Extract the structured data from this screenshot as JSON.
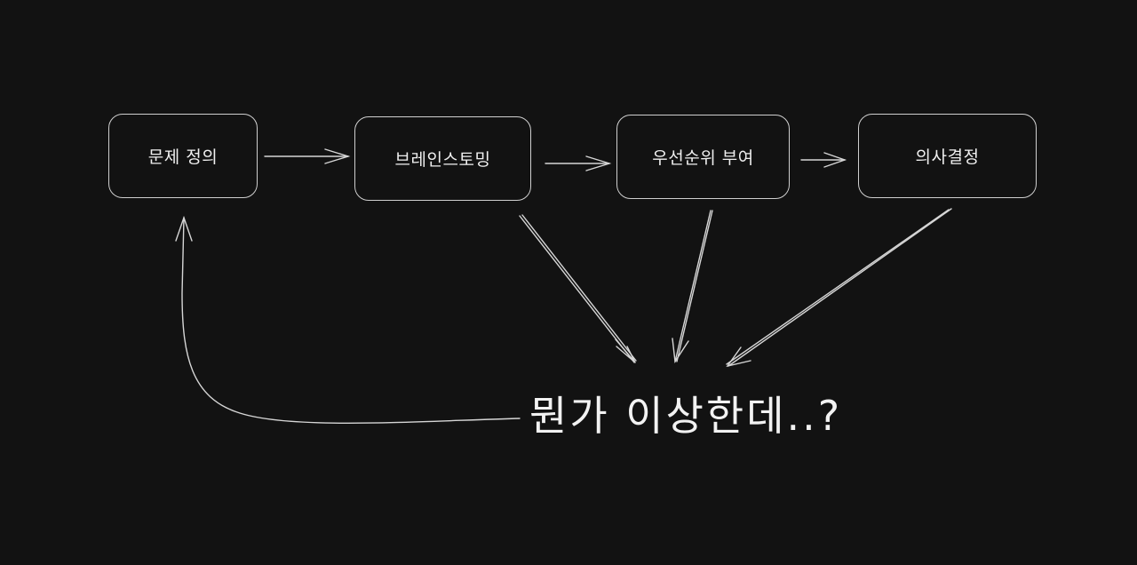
{
  "diagram": {
    "type": "flowchart",
    "style": "hand-drawn",
    "background": "#121212",
    "stroke_color": "#d6d6d6",
    "nodes": [
      {
        "id": "n1",
        "label": "문제 정의"
      },
      {
        "id": "n2",
        "label": "브레인스토밍"
      },
      {
        "id": "n3",
        "label": "우선순위 부여"
      },
      {
        "id": "n4",
        "label": "의사결정"
      }
    ],
    "note": {
      "id": "q",
      "label": "뭔가 이상한데..?"
    },
    "edges": [
      {
        "from": "n1",
        "to": "n2"
      },
      {
        "from": "n2",
        "to": "n3"
      },
      {
        "from": "n3",
        "to": "n4"
      },
      {
        "from": "n2",
        "to": "q"
      },
      {
        "from": "n3",
        "to": "q"
      },
      {
        "from": "n4",
        "to": "q"
      },
      {
        "from": "q",
        "to": "n1"
      }
    ]
  }
}
